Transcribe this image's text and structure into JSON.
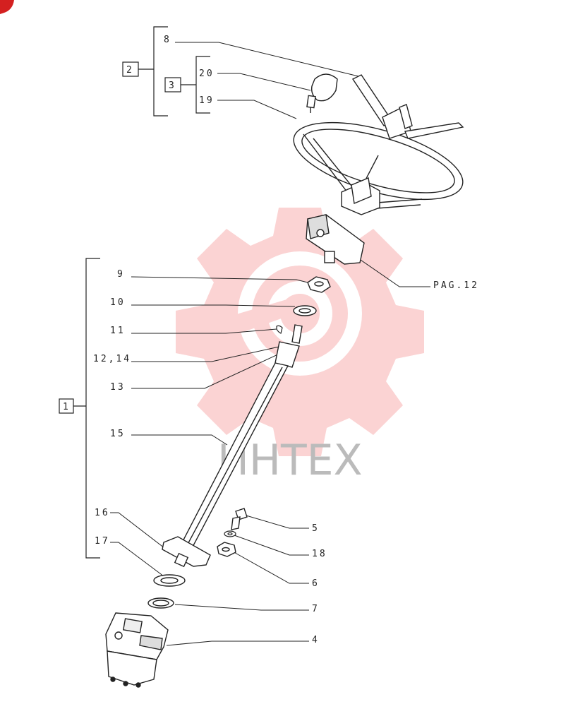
{
  "groups": {
    "g1": "1",
    "g2": "2",
    "g3": "3"
  },
  "callouts": {
    "c8": "8",
    "c20": "20",
    "c19": "19",
    "c9": "9",
    "c10": "10",
    "c11": "11",
    "c12_14": "12,14",
    "c13": "13",
    "c15": "15",
    "c16": "16",
    "c17": "17",
    "c5": "5",
    "c18": "18",
    "c6": "6",
    "c7": "7",
    "c4": "4",
    "pag": "PAG.12"
  },
  "watermark": {
    "text": "ИНТЕХ",
    "color": "#f2a3a3"
  }
}
